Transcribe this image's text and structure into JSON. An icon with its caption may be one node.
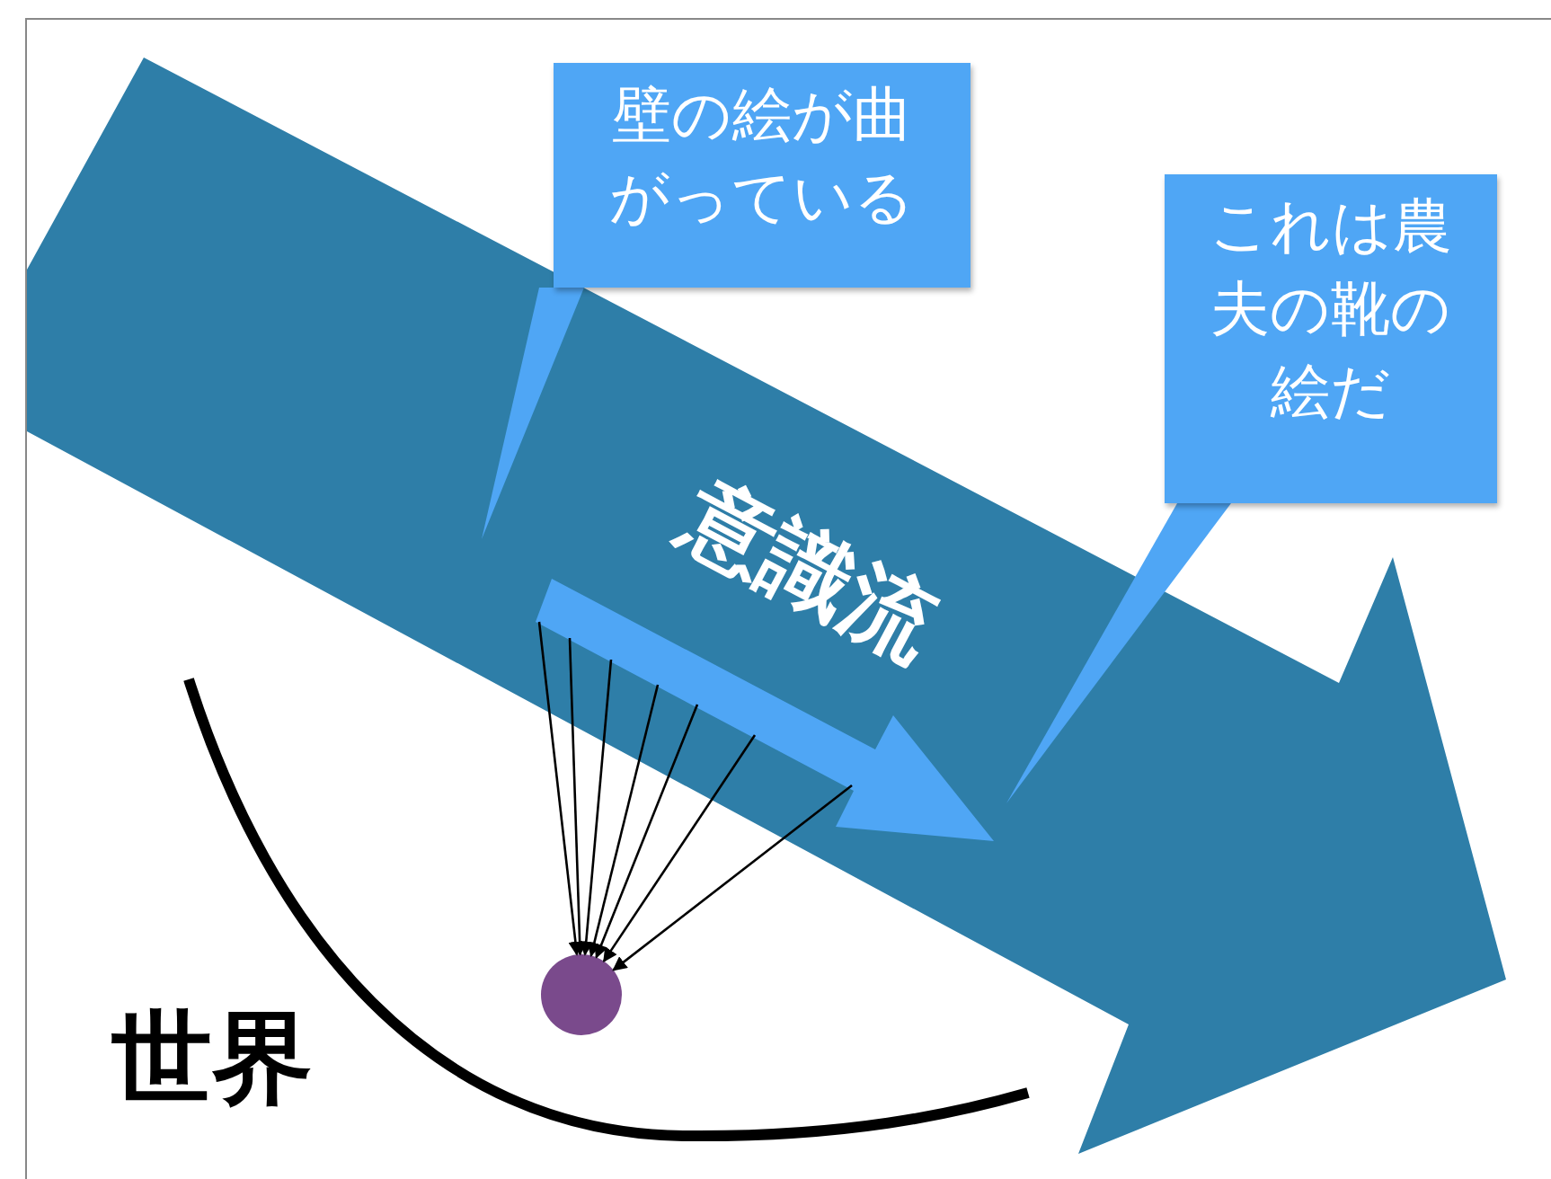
{
  "diagram": {
    "nodes": [
      {
        "text": [
          "意識流"
        ]
      },
      {
        "text": [
          "壁の絵が曲がっている"
        ]
      },
      {
        "text": [
          "これは農夫の靴の絵だ"
        ]
      },
      {
        "text": [],
        "shape": "arrow",
        "in": 0
      },
      {
        "text": [],
        "shape": "circle"
      }
    ],
    "edges": [
      {
        "from": 1,
        "to": 0,
        "arrow": "none"
      },
      {
        "from": 2,
        "to": 0,
        "arrow": "none"
      },
      {
        "from": 3,
        "to": 4,
        "arrow": "to"
      },
      {
        "from": 3,
        "to": 4,
        "arrow": "to"
      },
      {
        "from": 3,
        "to": 4,
        "arrow": "to"
      },
      {
        "from": 3,
        "to": 4,
        "arrow": "to"
      },
      {
        "from": 3,
        "to": 4,
        "arrow": "to"
      },
      {
        "from": 3,
        "to": 4,
        "arrow": "to"
      },
      {
        "from": 3,
        "to": 4,
        "arrow": "to"
      }
    ],
    "labels": [
      "世界"
    ]
  }
}
